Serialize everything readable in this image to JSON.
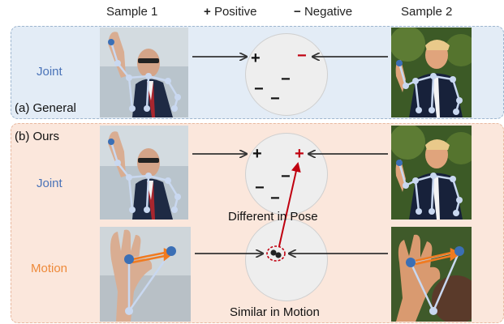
{
  "header": {
    "sample1": "Sample 1",
    "positive_symbol": "+",
    "positive": "Positive",
    "negative_symbol": "−",
    "negative": "Negative",
    "sample2": "Sample 2"
  },
  "panel_a": {
    "title": "(a) General",
    "row_label": "Joint",
    "signs": {
      "pos": "+",
      "neg_red": "−",
      "neg1": "−",
      "neg2": "−",
      "neg3": "−"
    }
  },
  "panel_b": {
    "title": "(b) Ours",
    "joint_label": "Joint",
    "motion_label": "Motion",
    "signs": {
      "pos": "+",
      "pos_red": "+",
      "neg1": "−",
      "neg2": "−",
      "neg3": "−"
    },
    "caption_pose": "Different in Pose",
    "caption_motion": "Similar in Motion"
  },
  "colors": {
    "joint_label": "#4a73b8",
    "motion_label": "#ee8a3a",
    "accent_red": "#c0000f",
    "panel_a_bg": "#e3ecf6",
    "panel_b_bg": "#fbe7dc",
    "skeleton": "#c9d8f0",
    "motion_arrow": "#f07b20"
  },
  "icons": [
    "plus-icon",
    "minus-icon",
    "arrow-right-icon",
    "arrow-left-icon"
  ]
}
